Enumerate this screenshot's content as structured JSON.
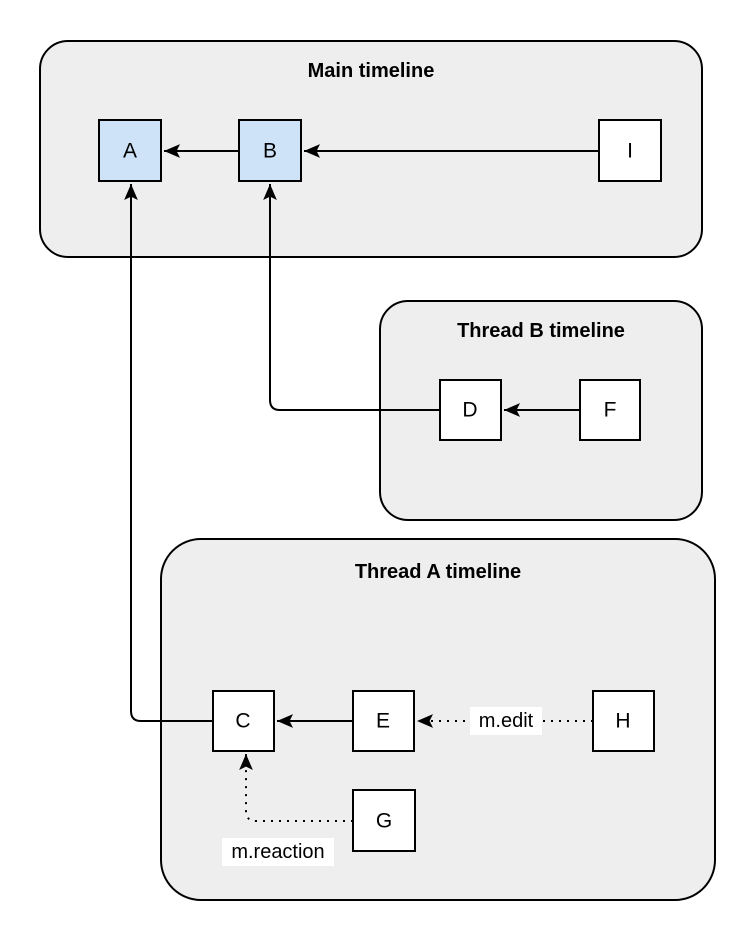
{
  "diagram": {
    "type": "message-graph",
    "containers": [
      {
        "id": "main",
        "title": "Main timeline"
      },
      {
        "id": "thread-b",
        "title": "Thread B timeline"
      },
      {
        "id": "thread-a",
        "title": "Thread A timeline"
      }
    ],
    "nodes": [
      {
        "id": "A",
        "label": "A",
        "container": "main",
        "highlighted": true
      },
      {
        "id": "B",
        "label": "B",
        "container": "main",
        "highlighted": true
      },
      {
        "id": "I",
        "label": "I",
        "container": "main",
        "highlighted": false
      },
      {
        "id": "D",
        "label": "D",
        "container": "thread-b",
        "highlighted": false
      },
      {
        "id": "F",
        "label": "F",
        "container": "thread-b",
        "highlighted": false
      },
      {
        "id": "C",
        "label": "C",
        "container": "thread-a",
        "highlighted": false
      },
      {
        "id": "E",
        "label": "E",
        "container": "thread-a",
        "highlighted": false
      },
      {
        "id": "H",
        "label": "H",
        "container": "thread-a",
        "highlighted": false
      },
      {
        "id": "G",
        "label": "G",
        "container": "thread-a",
        "highlighted": false
      }
    ],
    "edges": [
      {
        "from": "B",
        "to": "A",
        "style": "solid",
        "label": ""
      },
      {
        "from": "I",
        "to": "B",
        "style": "solid",
        "label": ""
      },
      {
        "from": "F",
        "to": "D",
        "style": "solid",
        "label": ""
      },
      {
        "from": "D",
        "to": "B",
        "style": "solid",
        "label": ""
      },
      {
        "from": "E",
        "to": "C",
        "style": "solid",
        "label": ""
      },
      {
        "from": "H",
        "to": "E",
        "style": "dotted",
        "label": "m.edit"
      },
      {
        "from": "C",
        "to": "A",
        "style": "solid",
        "label": ""
      },
      {
        "from": "G",
        "to": "C",
        "style": "dotted",
        "label": "m.reaction"
      }
    ],
    "colors": {
      "container_fill": "#eeeeee",
      "node_fill": "#ffffff",
      "highlight_fill": "#cfe3f8",
      "stroke": "#000000",
      "background": "#ffffff"
    }
  }
}
